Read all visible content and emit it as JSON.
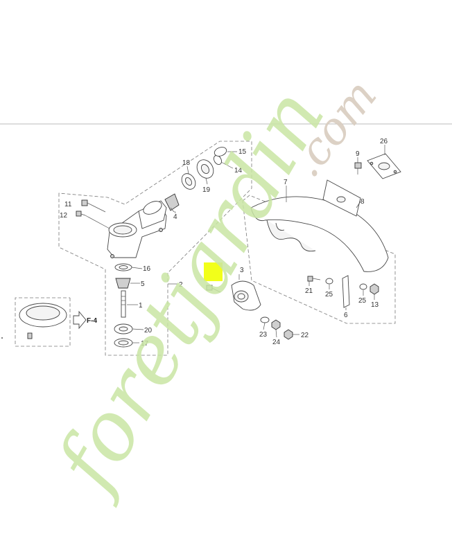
{
  "watermark": {
    "green_text": "foretjardin",
    "grey_text": ".com"
  },
  "section_reference": "F-4",
  "callouts": [
    {
      "id": "c1",
      "text": "1"
    },
    {
      "id": "c2",
      "text": "2"
    },
    {
      "id": "c3",
      "text": "3"
    },
    {
      "id": "c4",
      "text": "4"
    },
    {
      "id": "c5",
      "text": "5"
    },
    {
      "id": "c6",
      "text": "6"
    },
    {
      "id": "c7",
      "text": "7"
    },
    {
      "id": "c8",
      "text": "8"
    },
    {
      "id": "c9",
      "text": "9"
    },
    {
      "id": "c11",
      "text": "11"
    },
    {
      "id": "c12",
      "text": "12"
    },
    {
      "id": "c13",
      "text": "13"
    },
    {
      "id": "c14",
      "text": "14"
    },
    {
      "id": "c15",
      "text": "15"
    },
    {
      "id": "c16",
      "text": "16"
    },
    {
      "id": "c17",
      "text": "17"
    },
    {
      "id": "c18",
      "text": "18"
    },
    {
      "id": "c19",
      "text": "19"
    },
    {
      "id": "c20",
      "text": "20"
    },
    {
      "id": "c21",
      "text": "21"
    },
    {
      "id": "c22",
      "text": "22"
    },
    {
      "id": "c23",
      "text": "23"
    },
    {
      "id": "c24",
      "text": "24"
    },
    {
      "id": "c25a",
      "text": "25"
    },
    {
      "id": "c25b",
      "text": "25"
    },
    {
      "id": "c26",
      "text": "26"
    }
  ],
  "highlight_color": "#f2ff1a"
}
